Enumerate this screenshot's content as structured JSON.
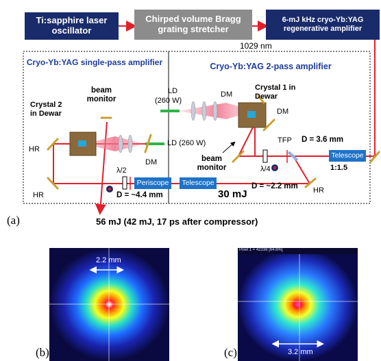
{
  "top_boxes": {
    "oscillator": "Ti:sapphire laser oscillator",
    "stretcher": "Chirped volume Bragg grating stretcher",
    "regen": "6-mJ kHz cryo-Yb:YAG regenerative amplifier"
  },
  "wavelength": "1029 nm",
  "single_pass": {
    "title": "Cryo-Yb:YAG single-pass amplifier",
    "crystal": "Crystal 2 in Dewar",
    "beam_monitor": "beam monitor",
    "hr_upper": "HR",
    "hr_lower": "HR",
    "dm": "DM",
    "half_wave": "λ/2",
    "beam_diameter": "D = ~4.4 mm"
  },
  "two_pass": {
    "title": "Cryo-Yb:YAG 2-pass amplifier",
    "crystal": "Crystal 1 in Dewar",
    "ld_upper": "LD",
    "ld_upper_power": "(260 W)",
    "ld_lower": "LD (260 W)",
    "dm_top": "DM",
    "dm_right": "DM",
    "beam_monitor": "beam monitor",
    "quarter_wave": "λ/4",
    "tfp": "TFP",
    "beam_d1": "D = 3.6 mm",
    "beam_d2": "D = ~2.2 mm",
    "hr": "HR",
    "energy": "30 mJ"
  },
  "periscope": "Periscope",
  "telescope_mid": "Telescope",
  "telescope_right": "Telescope",
  "telescope_ratio": "1:1.5",
  "output": "56 mJ (42 mJ, 17 ps after compressor)",
  "panel_labels": {
    "a": "(a)",
    "b": "(b)",
    "c": "(c)"
  },
  "beam_profile_b": {
    "scale": "2.2 mm"
  },
  "beam_profile_c": {
    "scale": "3.2 mm",
    "header": "Pixel 1 = 42336 [64.6%]"
  },
  "colors": {
    "box_gray": "#8c8c8c",
    "box_navy": "#1a2b6b",
    "box_blue": "#1e73c8",
    "beam_red": "#e0202a",
    "title_blue": "#1f3c9c",
    "ld_green": "#2fb34a",
    "dewar_brown": "#8a6a3c"
  }
}
